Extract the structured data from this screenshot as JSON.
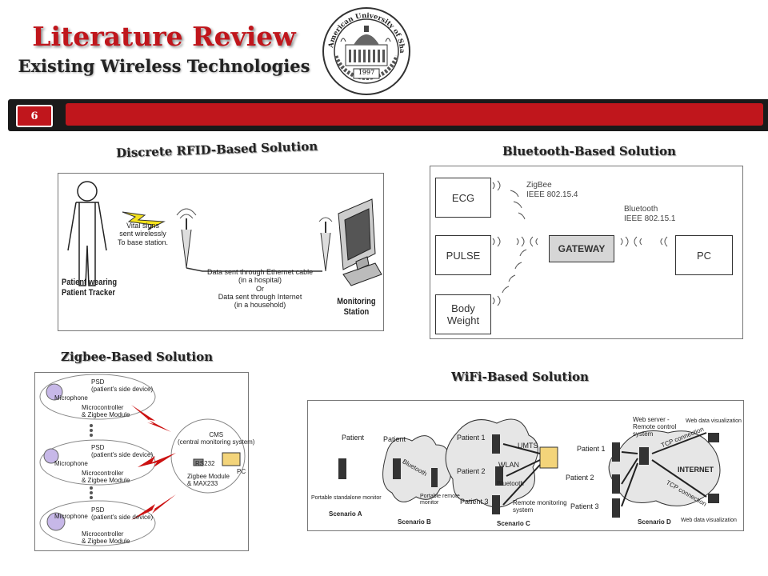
{
  "header": {
    "title": "Literature Review",
    "subtitle": "Existing Wireless Technologies",
    "slide_number": "6",
    "seal_text_top": "American University of Sharjah",
    "seal_year": "1997"
  },
  "colors": {
    "accent": "#c0161c",
    "bar_dark": "#1a1a1a"
  },
  "rfid": {
    "caption": "Discrete RFID-Based Solution",
    "vital_signs": "Vital signs\nsent wirelessly\nTo base station.",
    "patient_label": "Patient wearing\nPatient Tracker",
    "data_text": "Data sent through Ethernet cable\n(in a hospital)\nOr\nData sent through Internet\n(in a household)",
    "station_label": "Monitoring\nStation"
  },
  "bluetooth": {
    "caption": "Bluetooth-Based Solution",
    "ecg": "ECG",
    "pulse": "PULSE",
    "weight": "Body\nWeight",
    "gateway": "GATEWAY",
    "pc": "PC",
    "zigbee_label": "ZigBee\nIEEE 802.15.4",
    "bt_label": "Bluetooth\nIEEE 802.15.1"
  },
  "zigbee": {
    "caption": "Zigbee-Based Solution",
    "psd": "PSD\n(patient's side device)",
    "microphone": "Microphone",
    "micro": "Microcontroller\n& Zigbee Module",
    "cms": "CMS\n(central monitoring system)",
    "rs232": "RS232",
    "pc": "PC",
    "zb_module": "Zigbee Module\n& MAX233"
  },
  "wifi": {
    "caption": "WiFi-Based Solution",
    "patient": "Patient",
    "patient1": "Patient 1",
    "patient2": "Patient 2",
    "patient3": "Patient 3",
    "standalone": "Portable standalone monitor",
    "remote_monitor": "Portable remote\nmonitor",
    "bluetooth": "Bluetooth",
    "umts": "UMTS",
    "wlan": "WLAN",
    "remote_system": "Remote monitoring\nsystem",
    "webserver": "Web server -\nRemote control\nsystem",
    "tcp": "TCP connection",
    "internet": "INTERNET",
    "webviz": "Web data visualization",
    "scenario_a": "Scenario A",
    "scenario_b": "Scenario B",
    "scenario_c": "Scenario C",
    "scenario_d": "Scenario D"
  }
}
